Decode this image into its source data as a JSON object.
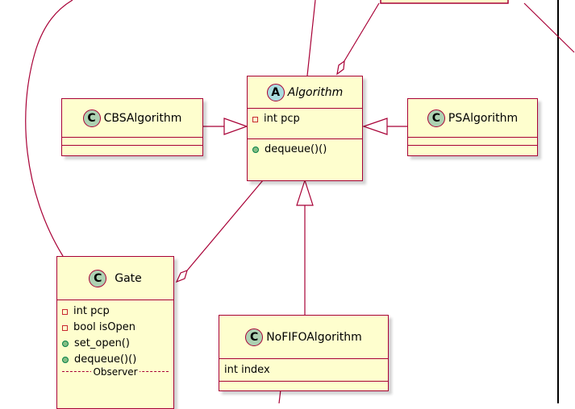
{
  "classes": {
    "algorithm": {
      "name": "Algorithm",
      "stereotype": "A",
      "fields": [
        "int pcp"
      ],
      "methods": [
        "dequeue()()"
      ]
    },
    "cbs": {
      "name": "CBSAlgorithm",
      "stereotype": "C"
    },
    "ps": {
      "name": "PSAlgorithm",
      "stereotype": "C"
    },
    "gate": {
      "name": "Gate",
      "stereotype": "C",
      "fields": [
        "int pcp",
        "bool isOpen"
      ],
      "methods": [
        "set_open()",
        "dequeue()()"
      ],
      "separator": "Observer"
    },
    "nofifo": {
      "name": "NoFIFOAlgorithm",
      "stereotype": "C",
      "fields": [
        "int index"
      ]
    }
  },
  "colors": {
    "class_fill": "#FEFECE",
    "class_border": "#A80036",
    "class_stereotype": "#ADD1B2",
    "abstract_stereotype": "#A9DCDF",
    "private_marker": "#C82930",
    "public_marker": "#84BE84"
  }
}
